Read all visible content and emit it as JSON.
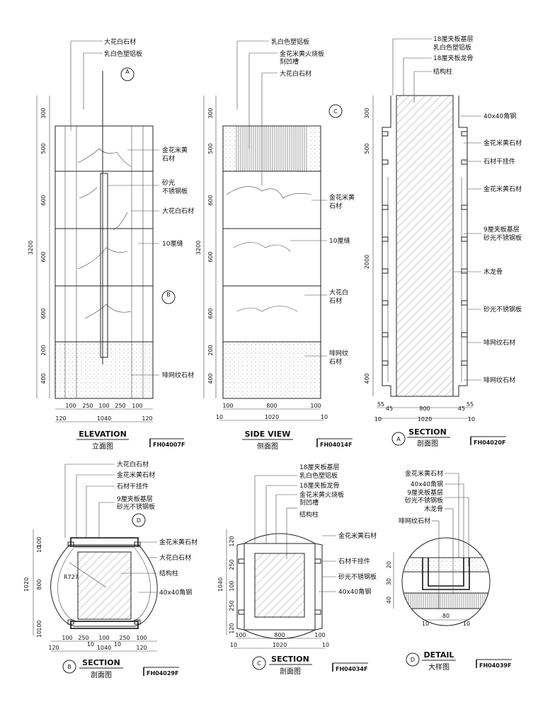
{
  "sheet": {
    "elevation": {
      "title": "ELEVATION",
      "subtitle": "立面图",
      "code": "FH04007F",
      "labels": [
        "大花白石材",
        "乳白色塑铝板",
        "金花米黄",
        "石材",
        "砂光",
        "不锈钢板",
        "大花白石材",
        "10厘缝",
        "啡网纹石材"
      ],
      "markers": [
        "A",
        "B"
      ],
      "vdims": [
        "300",
        "500",
        "600",
        "600",
        "600",
        "200",
        "400"
      ],
      "vdim_total": "3200",
      "hdims_top": [
        "100",
        "250",
        "100",
        "250",
        "100"
      ],
      "hdims_bottom": [
        "120",
        "1040",
        "120"
      ]
    },
    "side": {
      "title": "SIDE VIEW",
      "subtitle": "侧面图",
      "code": "FH04014F",
      "labels": [
        "乳白色塑铝板",
        "金花米黄火烧板",
        "刻凹槽",
        "大花白石材",
        "金花米黄",
        "石材",
        "10厘缝",
        "大花白",
        "石材",
        "啡网纹",
        "石材"
      ],
      "marker": "C",
      "vdims": [
        "300",
        "500",
        "600",
        "600",
        "600",
        "200",
        "400"
      ],
      "vdim_total": "3200",
      "hdims_top": [
        "100",
        "800",
        "100"
      ],
      "hdims_bottom": [
        "10",
        "1020",
        "10"
      ]
    },
    "secA": {
      "title": "SECTION",
      "subtitle": "剖面图",
      "marker": "A",
      "code": "FH04020F",
      "labels": [
        "18厘夹板基层",
        "乳白色塑铝板",
        "18厘夹板龙骨",
        "结构柱",
        "40x40角钢",
        "金花米黄石材",
        "石材干挂件",
        "金花米黄石材",
        "9厘夹板基层",
        "砂光不锈钢板",
        "木龙骨",
        "砂光不锈钢板",
        "啡网纹石材",
        "啡网纹石材"
      ],
      "vdims": [
        "300",
        "500",
        "2000",
        "400"
      ],
      "hdims_top": [
        "55",
        "45",
        "800",
        "45",
        "55"
      ],
      "hdims_bottom": [
        "10",
        "1020",
        "10"
      ]
    },
    "secB": {
      "title": "SECTION",
      "subtitle": "剖面图",
      "marker": "B",
      "code": "FH04029F",
      "labels": [
        "大花白石材",
        "金花米黄石材",
        "石材干挂件",
        "9厘夹板基层",
        "砂光不锈钢板",
        "金花米黄石材",
        "大花白石材",
        "结构柱",
        "40x40角钢"
      ],
      "radius": "R727",
      "detail_marker": "D",
      "vdims": [
        "100",
        "10",
        "800",
        "100",
        "10"
      ],
      "vdim_total": "1020",
      "hdims_top": [
        "100",
        "250",
        "100",
        "250",
        "100"
      ],
      "hdims_bottom": [
        "120",
        "1040",
        "120"
      ],
      "hdims_mid": [
        "10",
        "10"
      ]
    },
    "secC": {
      "title": "SECTION",
      "subtitle": "剖面图",
      "marker": "C",
      "code": "FH04034F",
      "labels": [
        "18厘夹板基层",
        "乳白色塑铝板",
        "18厘夹板龙骨",
        "金花米黄火烧板",
        "刻凹槽",
        "结构柱",
        "金花米黄石材",
        "石材干挂件",
        "砂光不锈钢板",
        "40x40角钢"
      ],
      "vdims": [
        "120",
        "250",
        "100",
        "250",
        "120"
      ],
      "vdim_total": "1040",
      "hdims_top": [
        "100",
        "800",
        "100"
      ],
      "hdims_bottom": [
        "10",
        "1020",
        "10"
      ]
    },
    "detD": {
      "title": "DETAIL",
      "subtitle": "大样图",
      "marker": "D",
      "code": "FH04039F",
      "labels": [
        "金花米黄石材",
        "40x40角钢",
        "9厘夹板基层",
        "砂光不锈钢板",
        "木龙骨",
        "啡网纹石材"
      ],
      "vdims": [
        "20",
        "30",
        "40"
      ],
      "hdims": [
        "10",
        "80",
        "10"
      ]
    }
  }
}
